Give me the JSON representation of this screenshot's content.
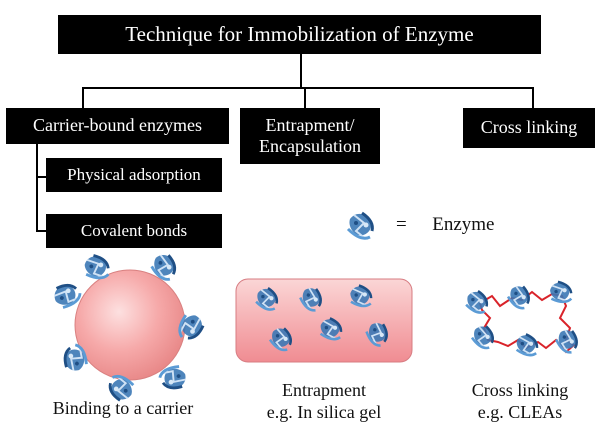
{
  "title": "Technique for Immobilization of Enzyme",
  "categories": {
    "carrier": "Carrier-bound enzymes",
    "entrapment": [
      "Entrapment/",
      "Encapsulation"
    ],
    "crosslinking": "Cross linking"
  },
  "subcategories": {
    "physical": "Physical adsorption",
    "covalent": "Covalent bonds"
  },
  "legend": {
    "equals": "=",
    "label": "Enzyme"
  },
  "captions": {
    "binding": "Binding to a carrier",
    "entrapment": [
      "Entrapment",
      "e.g. In silica gel"
    ],
    "crosslinking": [
      "Cross linking",
      "e.g. CLEAs"
    ]
  },
  "colors": {
    "box": "#000000",
    "carrier_sphere": "#f4a0a0",
    "gel_fill": "#f59aa0",
    "crosslink": "#d9232a",
    "enzyme": "#3b78b5"
  }
}
